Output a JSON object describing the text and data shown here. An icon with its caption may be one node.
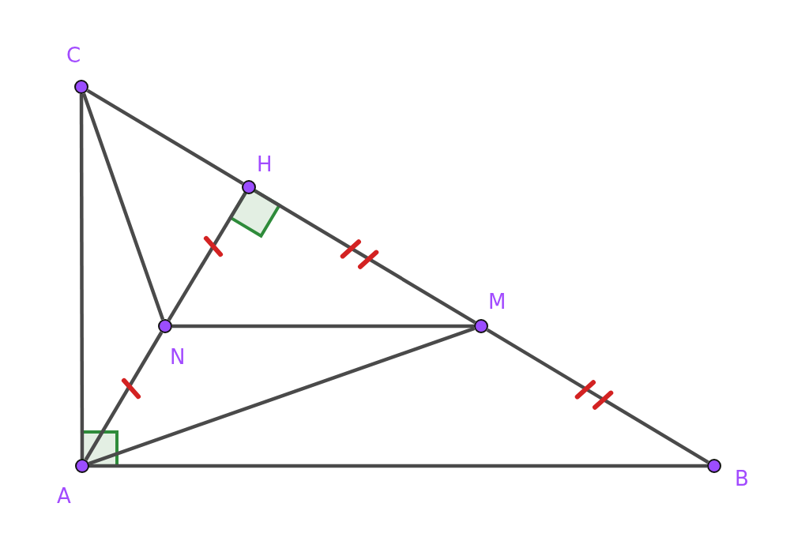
{
  "diagram": {
    "nodes": [
      {
        "text": [],
        "shape": "circle",
        "beside": [
          "C"
        ]
      },
      {
        "text": [],
        "shape": "circle",
        "beside": [
          "H"
        ]
      },
      {
        "text": [],
        "shape": "circle",
        "beside": [
          "M"
        ]
      },
      {
        "text": [],
        "shape": "circle",
        "beside": [
          "N"
        ]
      },
      {
        "text": [],
        "shape": "circle",
        "beside": [
          "A"
        ]
      },
      {
        "text": [],
        "shape": "circle",
        "beside": [
          "B"
        ]
      }
    ],
    "edges": [
      {
        "from": 0,
        "to": 4,
        "arrow": "none"
      },
      {
        "from": 0,
        "to": 1,
        "arrow": "none"
      },
      {
        "from": 1,
        "to": 2,
        "arrow": "none"
      },
      {
        "from": 2,
        "to": 5,
        "arrow": "none"
      },
      {
        "from": 4,
        "to": 5,
        "arrow": "none"
      },
      {
        "from": 0,
        "to": 3,
        "arrow": "none"
      },
      {
        "from": 4,
        "to": 3,
        "arrow": "none"
      },
      {
        "from": 3,
        "to": 1,
        "arrow": "none"
      },
      {
        "from": 3,
        "to": 2,
        "arrow": "none"
      },
      {
        "from": 4,
        "to": 2,
        "arrow": "none"
      }
    ]
  }
}
